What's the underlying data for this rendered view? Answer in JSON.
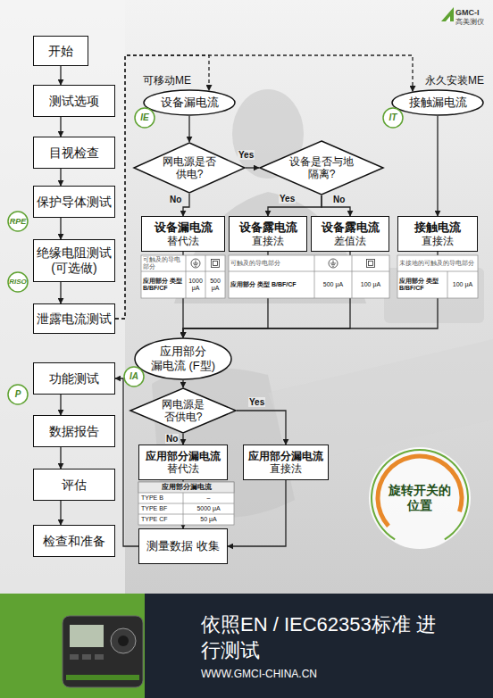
{
  "diagram": {
    "title": "依照EN / IEC62353标准 进行测试",
    "nodes": [
      {
        "text": [
          "开始"
        ]
      },
      {
        "text": [
          "测试选项"
        ]
      },
      {
        "text": [
          "目视检查"
        ]
      },
      {
        "text": [
          "保护导体测试"
        ]
      },
      {
        "text": [
          "RPE"
        ]
      },
      {
        "text": [
          "绝缘电阻测试 (可选做)"
        ]
      },
      {
        "text": [
          "RISO"
        ]
      },
      {
        "text": [
          "泄露电流测试"
        ]
      },
      {
        "text": [
          "功能测试"
        ]
      },
      {
        "text": [
          "P"
        ]
      },
      {
        "text": [
          "数据报告"
        ]
      },
      {
        "text": [
          "评估"
        ]
      },
      {
        "text": [
          "检查和准备"
        ]
      },
      {
        "text": [
          "可移动ME",
          "设备漏电流"
        ]
      },
      {
        "text": [
          "IE"
        ]
      },
      {
        "text": [
          "永久安装ME",
          "接触漏电流"
        ]
      },
      {
        "text": [
          "IT"
        ]
      },
      {
        "text": [
          "网电源是否 供电?"
        ]
      },
      {
        "text": [
          "设备是否与地 隔离?"
        ]
      },
      {
        "text": [
          "设备漏电流",
          "替代法"
        ]
      },
      {
        "text": [
          "设备露电流",
          "直接法"
        ]
      },
      {
        "text": [
          "设备露电流",
          "差值法"
        ]
      },
      {
        "text": [
          "接触电流",
          "直接法"
        ]
      },
      {
        "text": [
          "应用部分 漏电流 (F型)"
        ]
      },
      {
        "text": [
          "IA"
        ]
      },
      {
        "text": [
          "网电源是 否供电?"
        ]
      },
      {
        "text": [
          "应用部分漏电流",
          "替代法"
        ]
      },
      {
        "text": [
          "应用部分漏电流",
          "直接法"
        ]
      },
      {
        "text": [
          "测量数据 收集"
        ]
      },
      {
        "text": [
          "旋转开关的 位置"
        ]
      }
    ],
    "edges": [
      {
        "from": 0,
        "to": 1,
        "arrow": "to"
      },
      {
        "from": 1,
        "to": 2,
        "arrow": "to"
      },
      {
        "from": 2,
        "to": 3,
        "arrow": "to"
      },
      {
        "from": 3,
        "to": 5,
        "arrow": "to"
      },
      {
        "from": 5,
        "to": 7,
        "arrow": "to"
      },
      {
        "from": 8,
        "to": 10,
        "arrow": "to"
      },
      {
        "from": 10,
        "to": 11,
        "arrow": "to"
      },
      {
        "from": 11,
        "to": 12,
        "arrow": "to"
      },
      {
        "from": 7,
        "to": 13,
        "arrow": "to"
      },
      {
        "from": 7,
        "to": 15,
        "arrow": "to"
      },
      {
        "from": 13,
        "to": 17,
        "arrow": "to"
      },
      {
        "from": 17,
        "to": 18,
        "label": "Yes",
        "arrow": "to"
      },
      {
        "from": 17,
        "to": 19,
        "label": "No",
        "arrow": "to"
      },
      {
        "from": 18,
        "to": 20,
        "label": "Yes",
        "arrow": "to"
      },
      {
        "from": 18,
        "to": 21,
        "label": "No",
        "arrow": "to"
      },
      {
        "from": 15,
        "to": 22,
        "arrow": "to"
      },
      {
        "from": 19,
        "to": 23,
        "arrow": "to"
      },
      {
        "from": 20,
        "to": 23,
        "arrow": "to"
      },
      {
        "from": 21,
        "to": 23,
        "arrow": "to"
      },
      {
        "from": 22,
        "to": 23,
        "arrow": "to"
      },
      {
        "from": 23,
        "to": 25,
        "arrow": "to"
      },
      {
        "from": 25,
        "to": 27,
        "label": "Yes",
        "arrow": "to"
      },
      {
        "from": 25,
        "to": 26,
        "label": "No",
        "arrow": "to"
      },
      {
        "from": 26,
        "to": 28,
        "arrow": "to"
      },
      {
        "from": 27,
        "to": 28,
        "arrow": "to"
      },
      {
        "from": 28,
        "to": 8,
        "arrow": "to"
      }
    ],
    "labels": [
      "可触及的导电部分",
      "应用部分 类型 B/BF/CF",
      "1000 μA",
      "500 μA",
      "可触及的导电部分",
      "应用部分 类型 B/BF/CF",
      "500 μA",
      "100 μA",
      "未接地的可触及的导电部分",
      "应用部分 类型 B/BF/CF",
      "100 μA",
      "应用部分漏电流",
      "TYPE B",
      "–",
      "TYPE BF",
      "5000 μA",
      "TYPE CF",
      "50 μA",
      "GMC-I",
      "高美测仪",
      "WWW.GMCI-CHINA.CN"
    ]
  }
}
